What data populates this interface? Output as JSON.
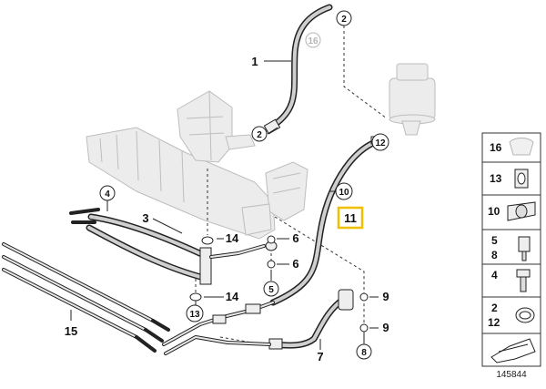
{
  "diagram_number": "145844",
  "callouts": {
    "c1": "1",
    "c2a": "2",
    "c2b": "2",
    "c3": "3",
    "c4": "4",
    "c5": "5",
    "c6a": "6",
    "c6b": "6",
    "c7": "7",
    "c8": "8",
    "c9a": "9",
    "c9b": "9",
    "c10": "10",
    "c11": "11",
    "c12": "12",
    "c13": "13",
    "c14a": "14",
    "c14b": "14",
    "c15": "15",
    "c16": "16"
  },
  "legend": {
    "r1": "16",
    "r2": "13",
    "r3": "10",
    "r4a": "5",
    "r4b": "8",
    "r5": "4",
    "r6a": "2",
    "r6b": "12"
  },
  "highlight_color": "#f0c000"
}
